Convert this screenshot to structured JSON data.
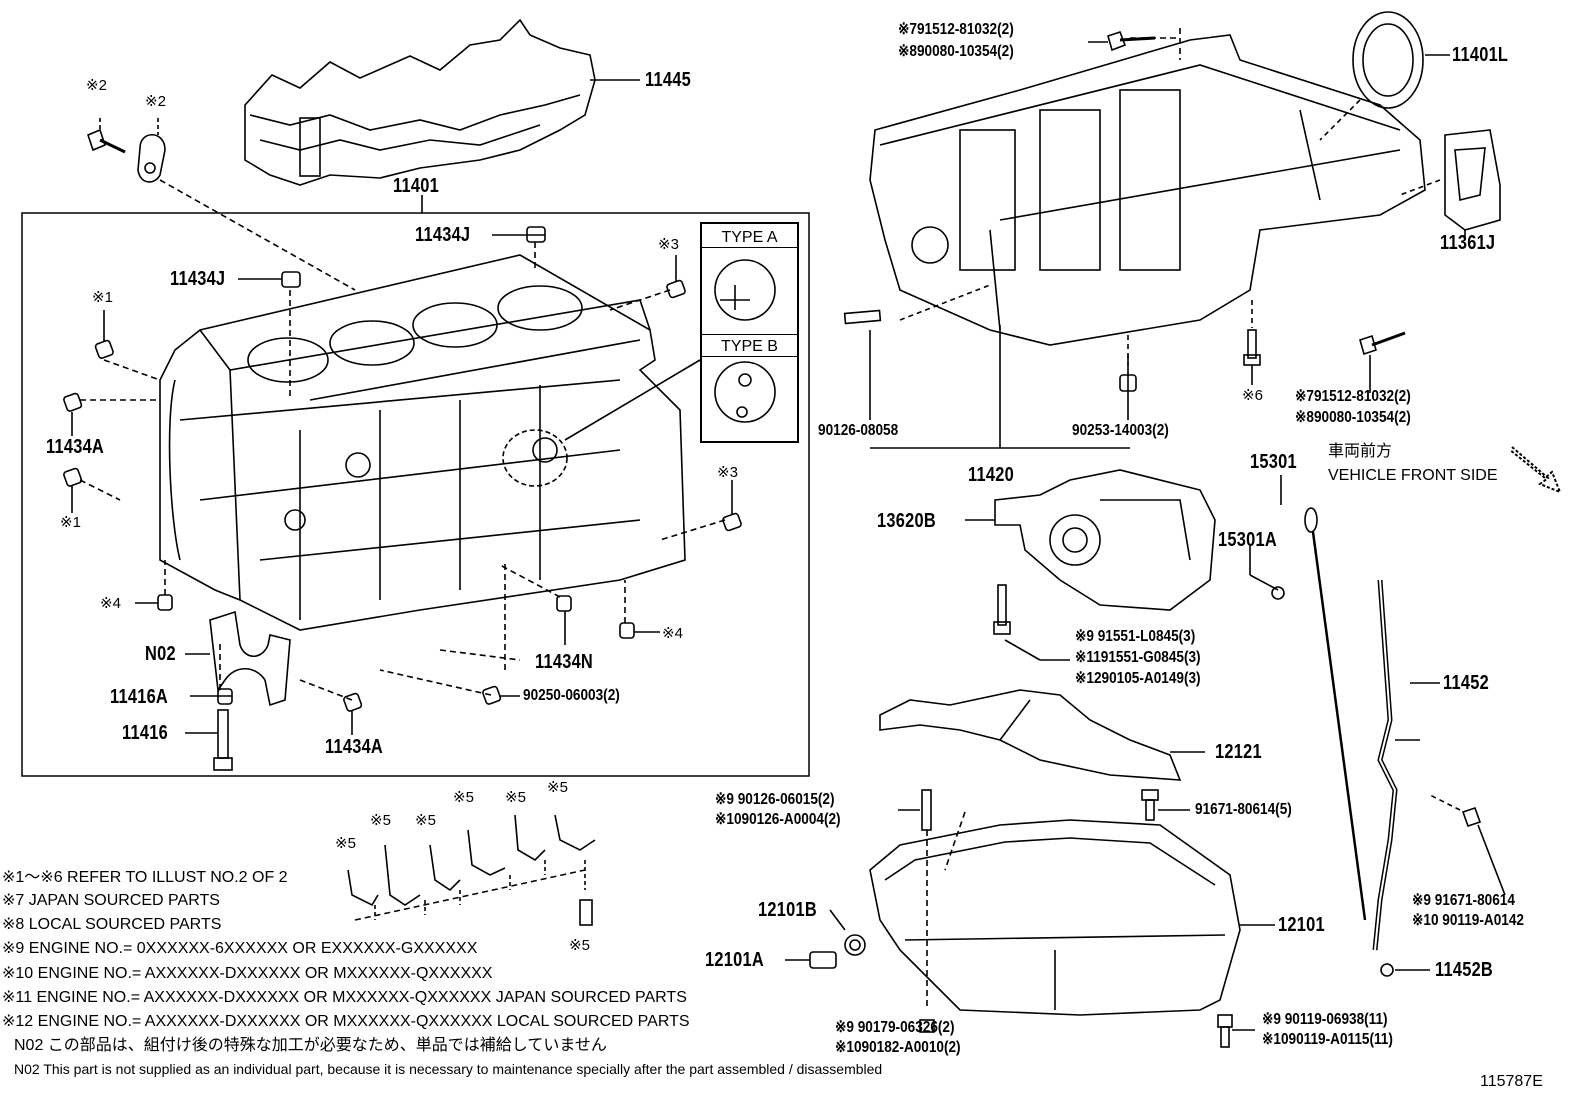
{
  "labels": {
    "p11445": "11445",
    "p11401": "11401",
    "p11434J_a": "11434J",
    "p11434J_b": "11434J",
    "p11434A_a": "11434A",
    "p11434A_b": "11434A",
    "p11434N": "11434N",
    "pN02": "N02",
    "p11416A": "11416A",
    "p11416": "11416",
    "p90250": "90250-06003(2)",
    "m2a": "※2",
    "m2b": "※2",
    "m1a": "※1",
    "m1b": "※1",
    "m3a": "※3",
    "m3b": "※3",
    "m4a": "※4",
    "m4b": "※4",
    "m5": [
      "※5",
      "※5",
      "※5",
      "※5",
      "※5",
      "※5",
      "※5"
    ],
    "typeA": "TYPE A",
    "typeB": "TYPE B",
    "p11401L": "11401L",
    "p11361J": "11361J",
    "bolt_top_1": "※791512-81032(2)",
    "bolt_top_2": "※890080-10354(2)",
    "bolt_right_1": "※791512-81032(2)",
    "bolt_right_2": "※890080-10354(2)",
    "m6": "※6",
    "p90126_08058": "90126-08058",
    "p90253": "90253-14003(2)",
    "p11420": "11420",
    "p15301": "15301",
    "front_jp": "車両前方",
    "front_en": "VEHICLE FRONT SIDE",
    "p13620B": "13620B",
    "p15301A": "15301A",
    "oilpump_1": "※9  91551-L0845(3)",
    "oilpump_2": "※1191551-G0845(3)",
    "oilpump_3": "※1290105-A0149(3)",
    "p11452": "11452",
    "p12121": "12121",
    "stud_1": "※9  90126-06015(2)",
    "stud_2": "※1090126-A0004(2)",
    "p91671_80614_5": "91671-80614(5)",
    "right_bolt_1": "※9  91671-80614",
    "right_bolt_2": "※10 90119-A0142",
    "p12101B": "12101B",
    "p12101A": "12101A",
    "p12101": "12101",
    "p11452B": "11452B",
    "drain_1": "※9  90179-06326(2)",
    "drain_2": "※1090182-A0010(2)",
    "panbolt_1": "※9  90119-06938(11)",
    "panbolt_2": "※1090119-A0115(11)",
    "figure_id": "115787E"
  },
  "notes": [
    "※1～※6  REFER TO ILLUST NO.2 OF 2",
    "※7   JAPAN SOURCED PARTS",
    "※8   LOCAL SOURCED PARTS",
    "※9   ENGINE NO.= 0XXXXXX-6XXXXXX OR EXXXXXX-GXXXXXX",
    "※10 ENGINE NO.= AXXXXXX-DXXXXXX OR MXXXXXX-QXXXXXX",
    "※11 ENGINE NO.= AXXXXXX-DXXXXXX OR MXXXXXX-QXXXXXX JAPAN SOURCED PARTS",
    "※12 ENGINE NO.= AXXXXXX-DXXXXXX OR MXXXXXX-QXXXXXX LOCAL SOURCED PARTS",
    "N02  この部品は、組付け後の特殊な加工が必要なため、単品では補給していません",
    "N02  This part is not supplied as an individual part, because it is necessary to maintenance specially after the part assembled / disassembled"
  ]
}
